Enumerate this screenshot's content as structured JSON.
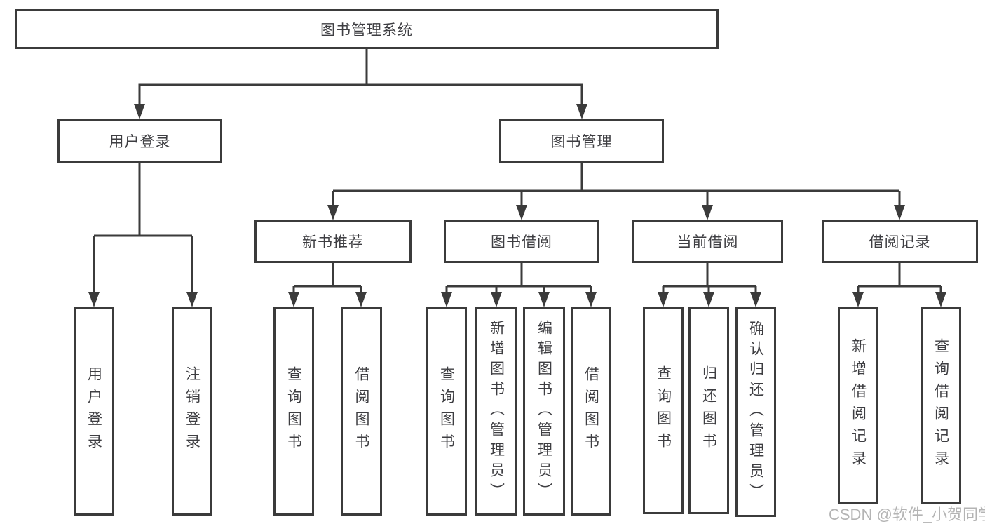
{
  "colors": {
    "line": "#3b3b3b",
    "box_border": "#3b3b3b",
    "box_background": "#ffffff",
    "text": "#3e3e42",
    "watermark_text": "#b4b4b4",
    "page_background": "#ffffff"
  },
  "watermark": "CSDN @软件_小贺同学",
  "tree": {
    "root": "图书管理系统",
    "branches": {
      "userLogin": {
        "label": "用户登录",
        "children": {
          "login": "用户登录",
          "logout": "注销登录"
        }
      },
      "bookMgmt": {
        "label": "图书管理",
        "children": {
          "newBooks": {
            "label": "新书推荐",
            "children": {
              "query": "查询图书",
              "borrow": "借阅图书"
            }
          },
          "bookBorrow": {
            "label": "图书借阅",
            "children": {
              "query": "查询图书",
              "add": "新增图书（管理员）",
              "edit": "编辑图书（管理员）",
              "borrow": "借阅图书"
            }
          },
          "currentBorrow": {
            "label": "当前借阅",
            "children": {
              "query": "查询图书",
              "return": "归还图书",
              "confirm": "确认归还（管理员）"
            }
          },
          "borrowRecords": {
            "label": "借阅记录",
            "children": {
              "add": "新增借阅记录",
              "query": "查询借阅记录"
            }
          }
        }
      }
    }
  }
}
